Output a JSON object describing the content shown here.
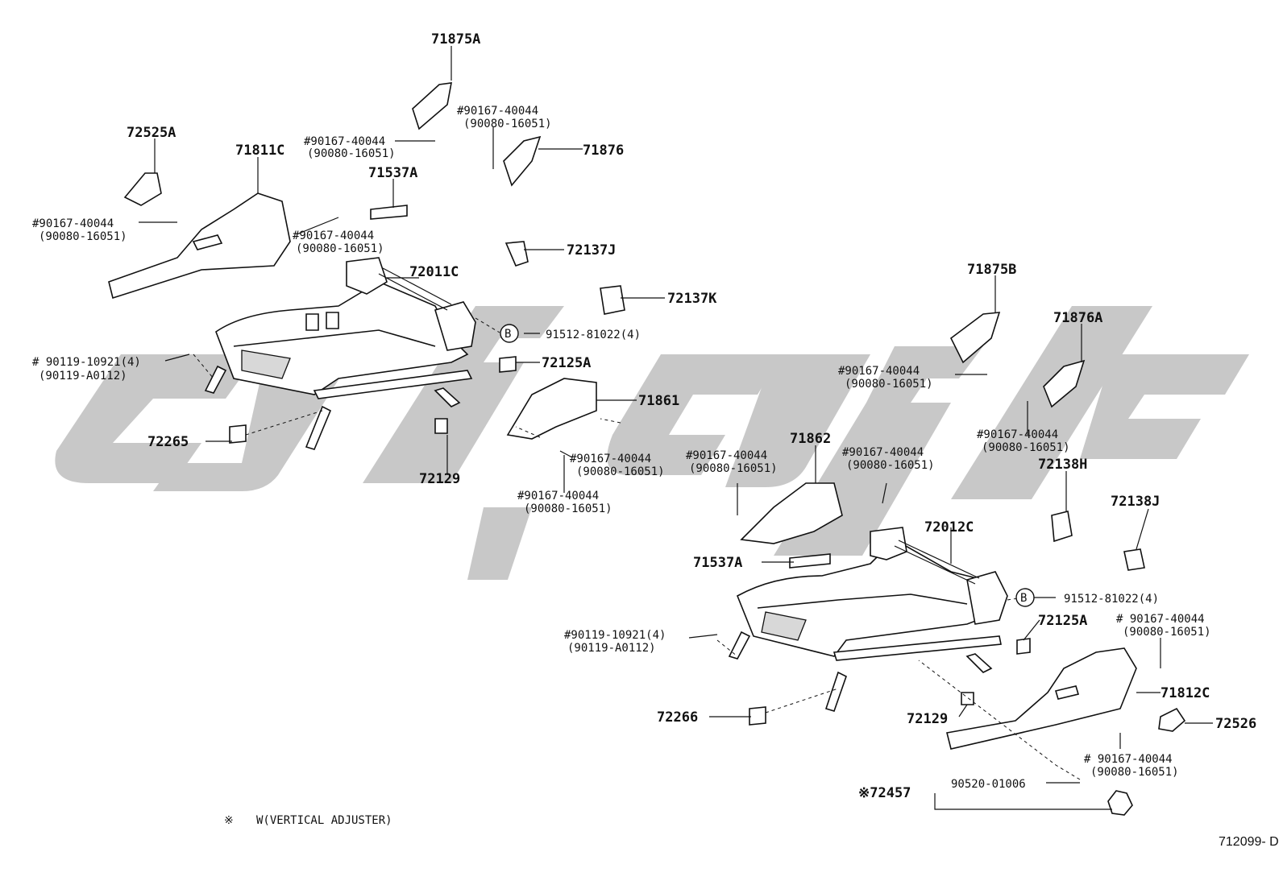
{
  "figure_id": "712099- D",
  "footnote": {
    "marker": "※",
    "text": "W(VERTICAL ADJUSTER)"
  },
  "callout_circle_letter": "B",
  "part_labels": {
    "p71875A": "71875A",
    "p72525A": "72525A",
    "p71811C": "71811C",
    "p71537A_left": "71537A",
    "p71876": "71876",
    "p72137J": "72137J",
    "p72011C": "72011C",
    "p72137K": "72137K",
    "p91512_left": "91512-81022(4)",
    "p72125A_left": "72125A",
    "p71861": "71861",
    "p72265": "72265",
    "p72129_left": "72129",
    "p71875B": "71875B",
    "p71876A": "71876A",
    "p72138H": "72138H",
    "p71862": "71862",
    "p72138J": "72138J",
    "p72012C": "72012C",
    "p71537A_right": "71537A",
    "p91512_right": "91512-81022(4)",
    "p72125A_right": "72125A",
    "p71812C": "71812C",
    "p72526": "72526",
    "p72266": "72266",
    "p72129_right": "72129",
    "p72457": "※72457",
    "p90520": "90520-01006"
  },
  "screw_labels": {
    "s1_a": "#90167-40044",
    "s1_b": "(90080-16051)",
    "s2_a": "#90167-40044",
    "s2_b": "(90080-16051)",
    "s3_a": "#90167-40044",
    "s3_b": "(90080-16051)",
    "s4_a": "#90167-40044",
    "s4_b": "(90080-16051)",
    "s5_a": "# 90119-10921(4)",
    "s5_b": "(90119-A0112)",
    "s6_a": "#90167-40044",
    "s6_b": "(90080-16051)",
    "s7_a": "#90167-40044",
    "s7_b": "(90080-16051)",
    "s8_a": "#90167-40044",
    "s8_b": "(90080-16051)",
    "s9_a": "#90167-40044",
    "s9_b": "(90080-16051)",
    "s10_a": "#90167-40044",
    "s10_b": "(90080-16051)",
    "s11_a": "#90167-40044",
    "s11_b": "(90080-16051)",
    "s12_a": "#90119-10921(4)",
    "s12_b": "(90119-A0112)",
    "s13_a": "# 90167-40044",
    "s13_b": "(90080-16051)",
    "s14_a": "# 90167-40044",
    "s14_b": "(90080-16051)"
  }
}
